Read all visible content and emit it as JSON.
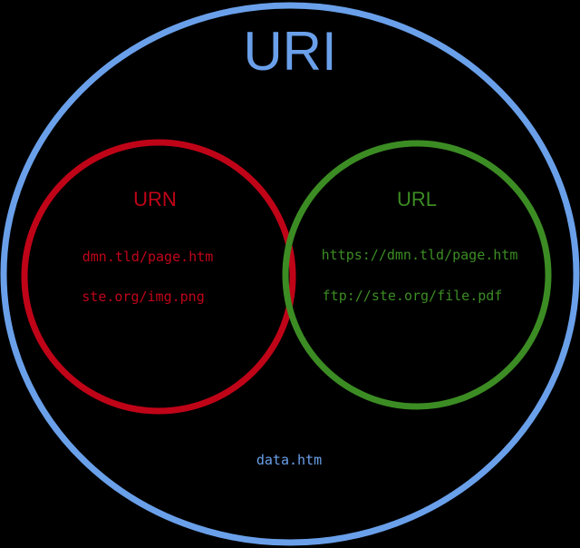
{
  "title": "URI",
  "colors": {
    "background": "#000000",
    "uri": "#6aa0ea",
    "urn": "#c00418",
    "url": "#3c8c24"
  },
  "sets": {
    "urn": {
      "label": "URN",
      "examples": [
        "dmn.tld/page.htm",
        "ste.org/img.png"
      ]
    },
    "url": {
      "label": "URL",
      "examples": [
        "https://dmn.tld/page.htm",
        "ftp://ste.org/file.pdf"
      ]
    }
  },
  "uri_only_example": "data.htm"
}
